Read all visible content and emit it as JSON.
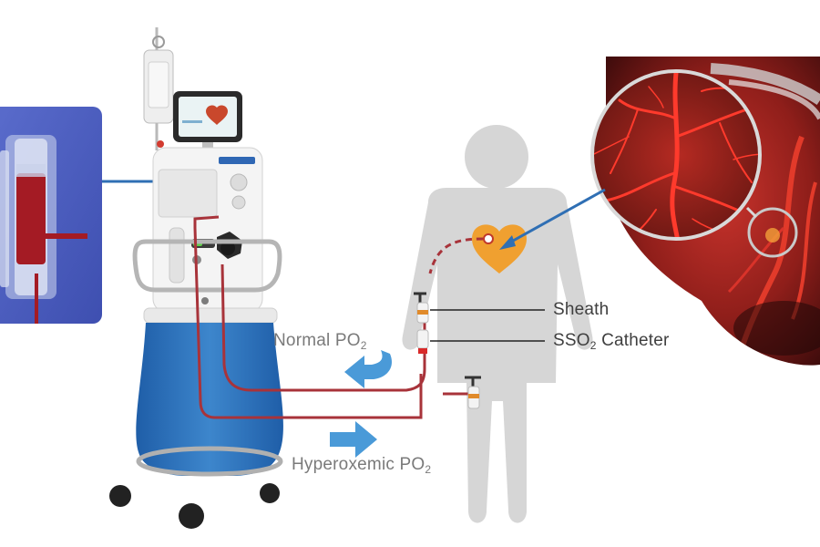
{
  "labels": {
    "sheath": "Sheath",
    "sso2_main": "SSO",
    "sso2_sub": "2",
    "sso2_tail": " Catheter",
    "normal_main": "Normal PO",
    "normal_sub": "2",
    "hyper_main": "Hyperoxemic PO",
    "hyper_sub": "2"
  },
  "colors": {
    "body_silhouette": "#d6d6d6",
    "heart_icon": "#f0a030",
    "blood_line": "#a8333a",
    "arrow_blue": "#4a9ad8",
    "console_blue": "#2f73b8",
    "inset_panel": "#4e5fc0",
    "leader_line": "#2f6fb4"
  },
  "icons": {
    "heart": "heart-icon",
    "flow_left": "arrow-left-curved-icon",
    "flow_right": "arrow-right-icon"
  }
}
